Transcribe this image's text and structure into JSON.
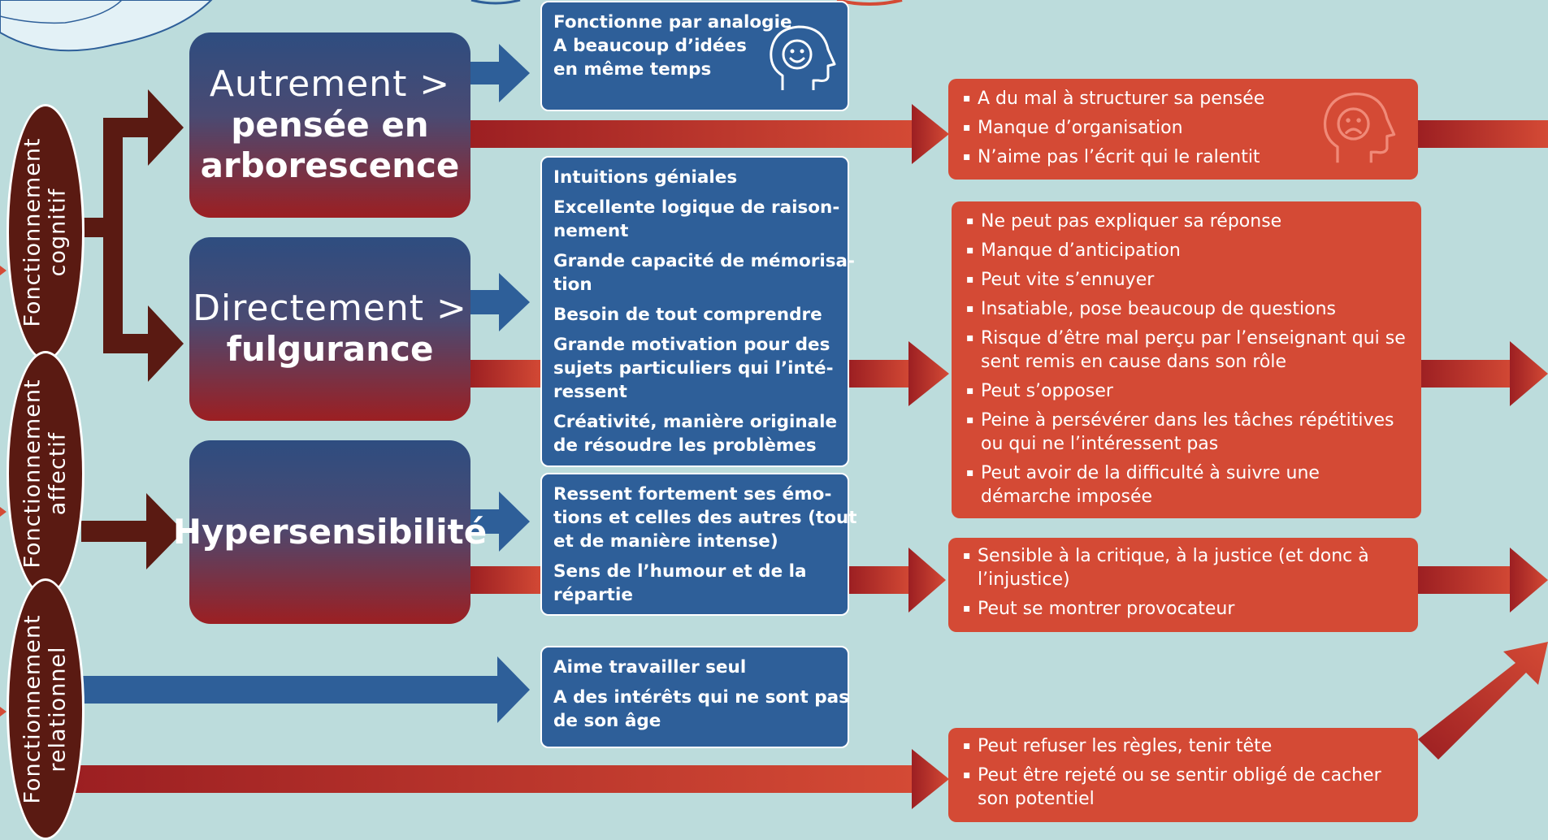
{
  "colors": {
    "background": "#bcdcdc",
    "blue": "#2e5f99",
    "red": "#d44a35",
    "dark_red": "#9c1f22",
    "maroon": "#5a1a12"
  },
  "functions": {
    "cognitive": "Fonctionnement\ncognitif",
    "affective": "Fonctionnement\naffectif",
    "relational": "Fonctionnement\nrelationnel"
  },
  "categories": {
    "tree": {
      "light": "Autrement >",
      "bold": "pensée en\narborescence"
    },
    "direct": {
      "light": "Directement >",
      "bold": "fulgurance"
    },
    "hyper": {
      "bold": "Hypersensibilité"
    }
  },
  "strengths": {
    "tree": [
      "Fonctionne par analogie\nA beaucoup d’idées\nen même temps"
    ],
    "direct": [
      "Intuitions géniales",
      "Excellente logique de raison-\nnement",
      "Grande capacité de mémorisa-\ntion",
      "Besoin de tout comprendre",
      "Grande motivation pour des\nsujets particuliers qui l’inté-\nressent",
      "Créativité, manière originale\nde résoudre les problèmes"
    ],
    "hyper": [
      "Ressent fortement ses émo-\ntions et celles des autres (tout\net de manière intense)",
      "Sens de l’humour et de la\nrépartie"
    ],
    "relational": [
      "Aime travailler seul",
      "A des intérêts qui ne sont pas\nde son âge"
    ]
  },
  "difficulties": {
    "tree": [
      "A du mal à structurer sa pensée",
      "Manque d’organisation",
      "N’aime pas l’écrit qui le ralentit"
    ],
    "direct": [
      "Ne peut pas expliquer sa réponse",
      "Manque d’anticipation",
      "Peut vite s’ennuyer",
      "Insatiable, pose beaucoup de questions",
      "Risque d’être mal perçu par l’enseignant qui se\nsent remis en cause dans son rôle",
      "Peut s’opposer",
      "Peine à persévérer dans les tâches répétitives\nou qui ne l’intéressent pas",
      "Peut avoir de la difficulté à suivre une\ndémarche imposée"
    ],
    "hyper": [
      "Sensible à la critique, à la justice (et donc à\nl’injustice)",
      "Peut se montrer provocateur"
    ],
    "relational": [
      "Peut refuser les règles, tenir tête",
      "Peut être rejeté ou se sentir obligé de cacher\nson potentiel"
    ]
  },
  "icons": {
    "happy": "happy-head-icon",
    "sad": "sad-head-icon"
  }
}
